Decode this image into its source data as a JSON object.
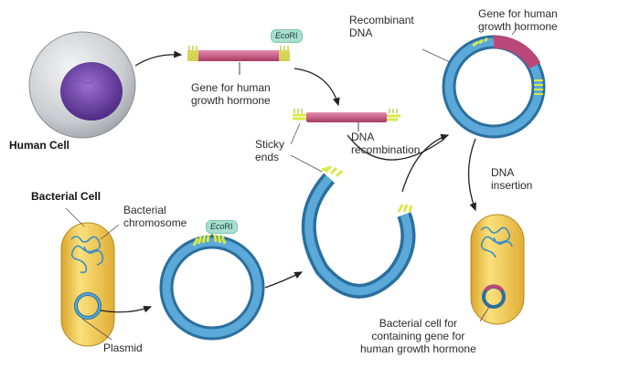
{
  "labels": {
    "human_cell": "Human Cell",
    "bacterial_cell": "Bacterial Cell",
    "bacterial_chromosome": "Bacterial\nchromosome",
    "plasmid": "Plasmid",
    "gene_label_top": "Gene for human\ngrowth hormone",
    "sticky_ends": "Sticky\nends",
    "dna_recombination": "DNA\nrecombination",
    "recombinant_dna": "Recombinant\nDNA",
    "gene_label_right": "Gene for human\ngrowth hormone",
    "dna_insertion": "DNA\ninsertion",
    "bacterial_cell_result": "Bacterial cell for\ncontaining gene for\nhuman growth hormone"
  },
  "enzyme_tags": [
    {
      "italic": "Eco",
      "plain": "RI"
    },
    {
      "italic": "Eco",
      "plain": "RI"
    }
  ],
  "colors": {
    "plasmid_ring": "#3a8fc4",
    "gene_segment": "#c4527a",
    "sticky_end": "#d9e84a",
    "bacterium_fill": "#f2c84a",
    "nucleus": "#6b3fa0",
    "human_cell": "#c9ccd0",
    "enzyme_tag": "#a8e0cf"
  }
}
